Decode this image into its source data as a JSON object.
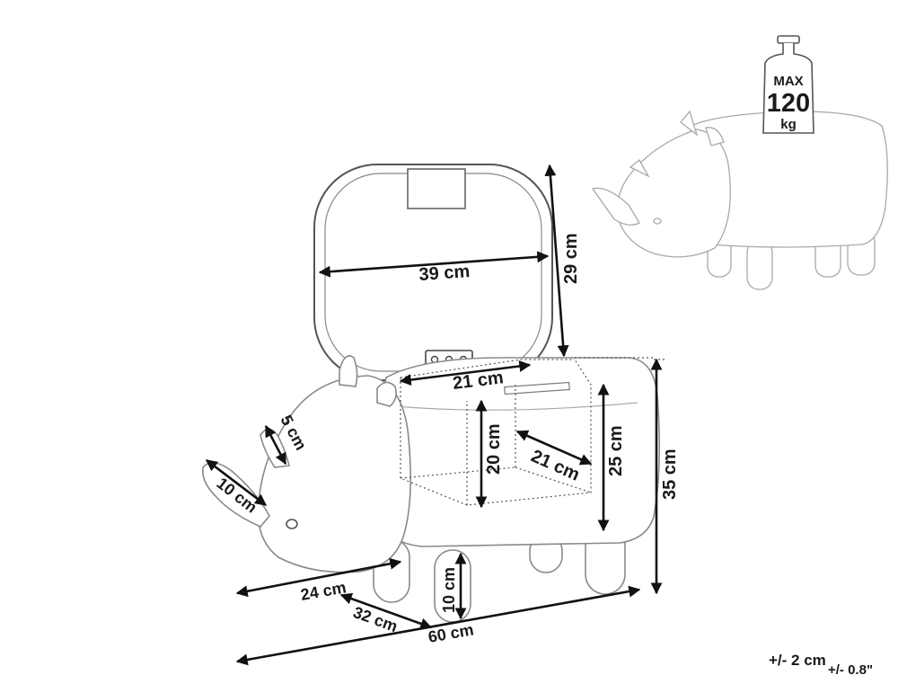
{
  "weight_badge": {
    "label": "MAX",
    "value": "120",
    "unit": "kg"
  },
  "dimensions": {
    "lid_width": "39 cm",
    "lid_height": "29 cm",
    "storage_width": "21 cm",
    "storage_depth": "21 cm",
    "storage_height": "20 cm",
    "body_height": "25 cm",
    "total_height": "35 cm",
    "horn_height": "5 cm",
    "horn_length": "10 cm",
    "leg_height": "10 cm",
    "body_length": "24 cm",
    "depth": "32 cm",
    "total_length": "60 cm"
  },
  "tolerance": {
    "metric": "+/- 2 cm",
    "imperial": "+/- 0.8\""
  },
  "colors": {
    "arrow": "#111111",
    "outline": "#8a8a8a",
    "ghost": "#a9a9a9"
  }
}
